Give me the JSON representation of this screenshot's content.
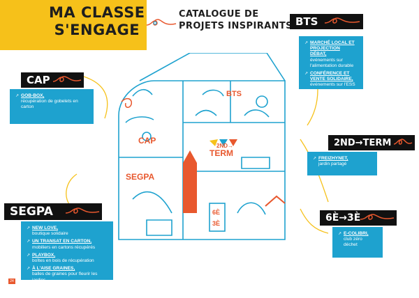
{
  "header": {
    "title_line1": "MA CLASSE",
    "title_line2": "S'ENGAGE",
    "subtitle_line1": "CATALOGUE DE",
    "subtitle_line2": "PROJETS INSPIRANTS"
  },
  "colors": {
    "accent_yellow": "#f6c11a",
    "card_blue": "#1ea2cf",
    "accent_orange": "#e8582e",
    "tag_black": "#111111"
  },
  "sections": {
    "bts": {
      "tag": "BTS",
      "items": [
        {
          "link": "MARCHÉ LOCAL ET PROJECTION DÉBAT,",
          "desc": "événements sur l'alimentation durable"
        },
        {
          "link": "CONFÉRENCE ET VENTE SOLIDAIRE,",
          "desc": "événements sur l'ESS"
        }
      ]
    },
    "cap": {
      "tag": "CAP",
      "items": [
        {
          "link": "GOB-BOX,",
          "desc": "récupération de gobelets en carton"
        }
      ]
    },
    "term": {
      "tag": "2ND→TERM",
      "items": [
        {
          "link": "FREIZHYNET,",
          "desc": "jardin partagé"
        }
      ]
    },
    "segpa": {
      "tag": "SEGPA",
      "items": [
        {
          "link": "NEW LOVE,",
          "desc": "boutique solidaire"
        },
        {
          "link": "UN TRANSAT EN CARTON,",
          "desc": "mobiliers en cartons récupérés"
        },
        {
          "link": "PLAYBOX,",
          "desc": "boîtes en bois de récupération"
        },
        {
          "link": "À L'AISE GRAINES,",
          "desc": "balles de graines pour fleurir les jardins"
        }
      ]
    },
    "six_trois": {
      "tag": "6È→3È",
      "items": [
        {
          "link": "E-COLIBRI,",
          "desc": "club zéro déchet"
        }
      ]
    }
  },
  "house_labels": {
    "bts": "BTS",
    "term_top": "2ND→",
    "term_bottom": "TERM",
    "cap": "CAP",
    "segpa": "SEGPA",
    "six": "6È",
    "three": "3È"
  },
  "footer": {
    "page_number": "24"
  }
}
